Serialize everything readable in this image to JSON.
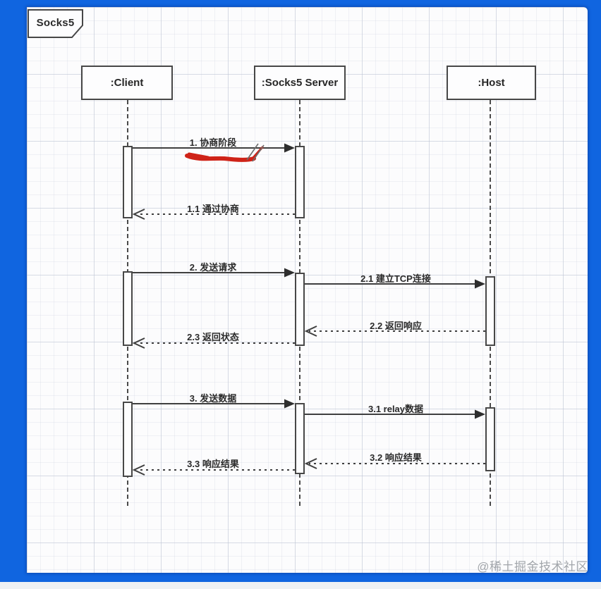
{
  "frame": {
    "title": "Socks5"
  },
  "participants": [
    {
      "id": "client",
      "label": ":Client"
    },
    {
      "id": "socks5-server",
      "label": ":Socks5 Server"
    },
    {
      "id": "host",
      "label": ":Host"
    }
  ],
  "messages": [
    {
      "id": "1",
      "label": "1. 协商阶段",
      "from": "client",
      "to": "socks5-server",
      "style": "solid",
      "annotation": "red-marker-underline"
    },
    {
      "id": "1.1",
      "label": "1.1 通过协商",
      "from": "socks5-server",
      "to": "client",
      "style": "dashed"
    },
    {
      "id": "2",
      "label": "2. 发送请求",
      "from": "client",
      "to": "socks5-server",
      "style": "solid"
    },
    {
      "id": "2.1",
      "label": "2.1 建立TCP连接",
      "from": "socks5-server",
      "to": "host",
      "style": "solid"
    },
    {
      "id": "2.2",
      "label": "2.2 返回响应",
      "from": "host",
      "to": "socks5-server",
      "style": "dashed"
    },
    {
      "id": "2.3",
      "label": "2.3 返回状态",
      "from": "socks5-server",
      "to": "client",
      "style": "dashed"
    },
    {
      "id": "3",
      "label": "3. 发送数据",
      "from": "client",
      "to": "socks5-server",
      "style": "solid"
    },
    {
      "id": "3.1",
      "label": "3.1 relay数据",
      "from": "socks5-server",
      "to": "host",
      "style": "solid"
    },
    {
      "id": "3.2",
      "label": "3.2 响应结果",
      "from": "host",
      "to": "socks5-server",
      "style": "dashed"
    },
    {
      "id": "3.3",
      "label": "3.3 响应结果",
      "from": "socks5-server",
      "to": "client",
      "style": "dashed"
    }
  ],
  "watermark": "@稀土掘金技术社区",
  "colors": {
    "frame_blue": "#1065e0",
    "canvas_white": "#fcfcfd",
    "line_dark": "#474747",
    "annotation_red": "#cf2318",
    "watermark_gray": "#a2a6ab"
  }
}
